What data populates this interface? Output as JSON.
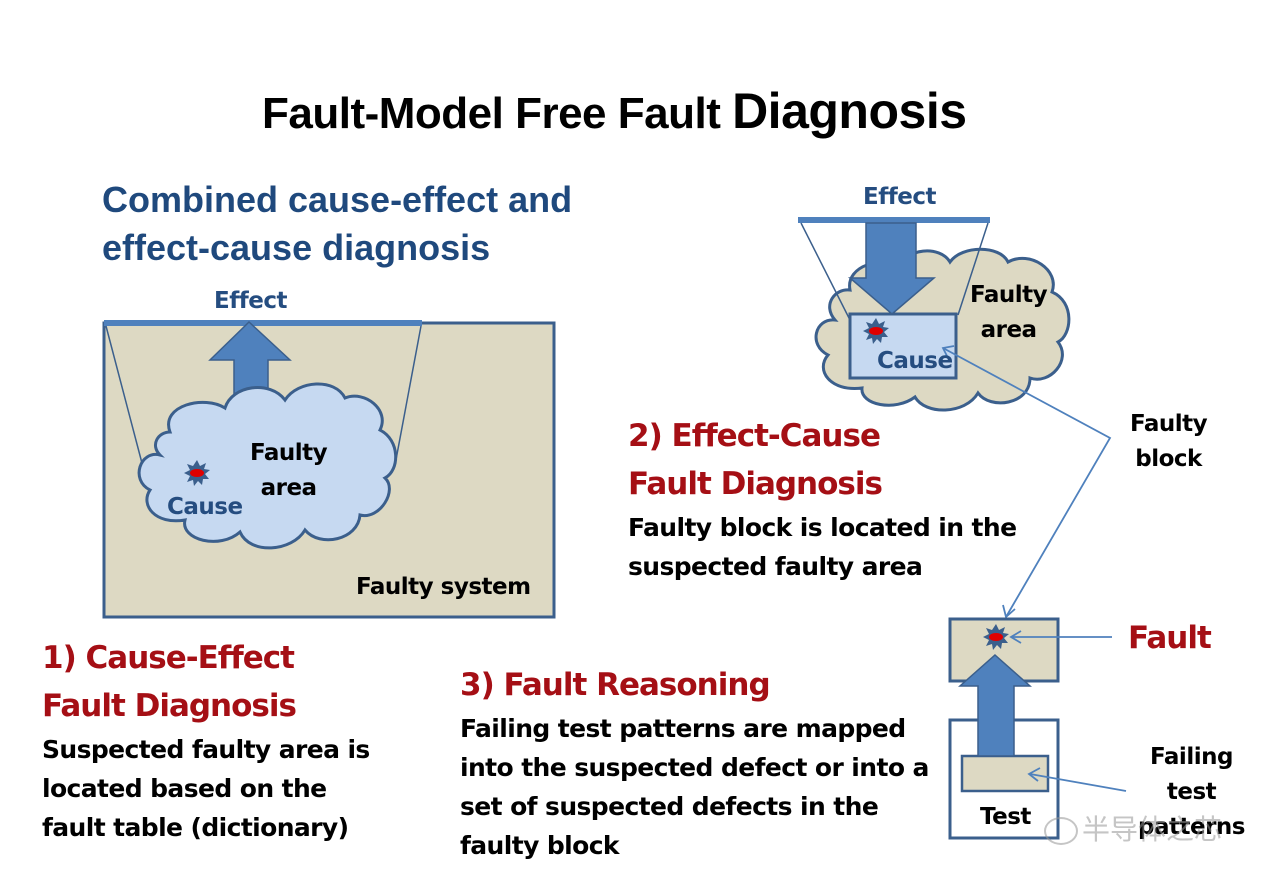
{
  "slide": {
    "title_part1": "Fault-Model Free Fault ",
    "title_part2": "Diagnosis",
    "subtitle_lines": [
      "Combined cause-effect and",
      "effect-cause diagnosis"
    ]
  },
  "diagram_left": {
    "effect_label": "Effect",
    "cloud_label_lines": [
      "Faulty",
      "area"
    ],
    "cause_label": "Cause",
    "system_label": "Faulty system"
  },
  "diagram_right_top": {
    "effect_label": "Effect",
    "cloud_label_lines": [
      "Faulty",
      "area"
    ],
    "cause_label": "Cause",
    "faulty_block_lines": [
      "Faulty",
      "block"
    ]
  },
  "diagram_right_bottom": {
    "fault_label": "Fault",
    "failing_lines": [
      "Failing",
      "test",
      "patterns"
    ],
    "test_label": "Test"
  },
  "sections": [
    {
      "heading_lines": [
        "1) Cause-Effect",
        "Fault Diagnosis"
      ],
      "body_lines": [
        "Suspected faulty area is",
        "located based on the",
        "fault table (dictionary)"
      ]
    },
    {
      "heading_lines": [
        "2) Effect-Cause",
        "Fault Diagnosis"
      ],
      "body_lines": [
        "Faulty block is located in the",
        "suspected faulty area"
      ]
    },
    {
      "heading_lines": [
        "3) Fault Reasoning"
      ],
      "body_lines": [
        "Failing test patterns are mapped",
        "into the suspected  defect or into a",
        "set of suspected defects in the",
        "faulty block"
      ]
    }
  ],
  "watermark": "半导体之芯",
  "colors": {
    "heading_red": "#a50f15",
    "subtitle_blue": "#1f497d",
    "system_fill": "#ddd9c3",
    "cloud_fill": "#c6d9f1",
    "stroke_blue": "#3b5f8c",
    "arrow_blue": "#4f81bd",
    "fault_red": "#e00000"
  }
}
